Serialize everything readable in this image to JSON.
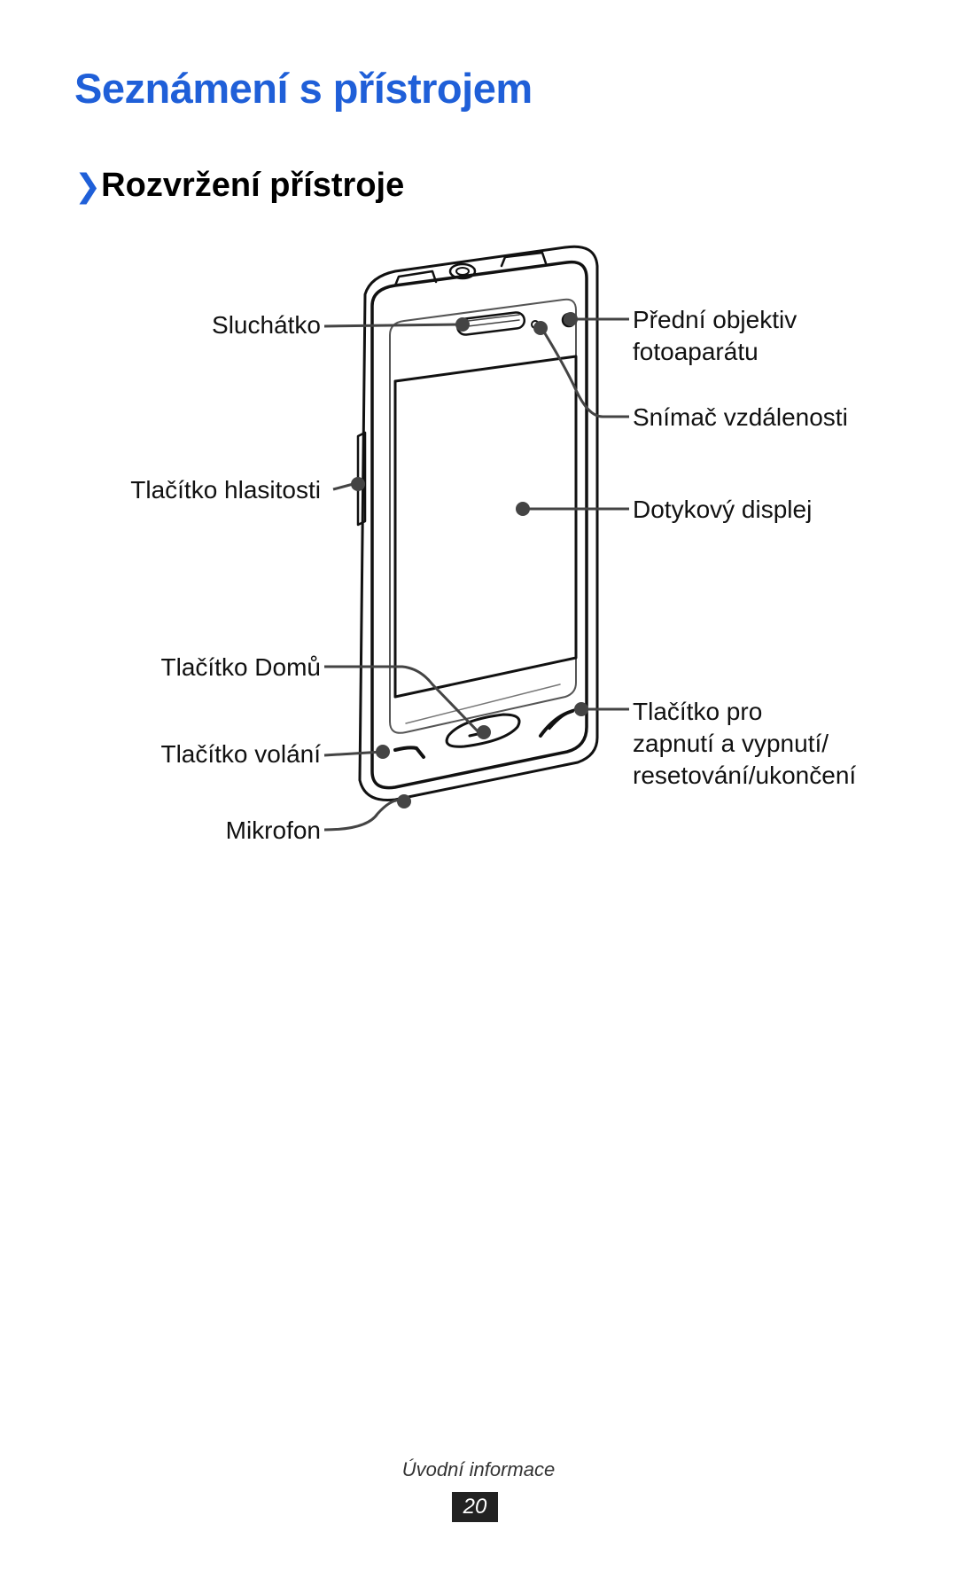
{
  "header": {
    "title": "Seznámení s přístrojem",
    "section_heading": "Rozvržení přístroje"
  },
  "diagram": {
    "labels": {
      "earpiece": "Sluchátko",
      "volume_key": "Tlačítko hlasitosti",
      "home_key": "Tlačítko Domů",
      "dial_key": "Tlačítko volání",
      "microphone": "Mikrofon",
      "front_camera_line1": "Přední objektiv",
      "front_camera_line2": "fotoaparátu",
      "proximity_sensor": "Snímač vzdálenosti",
      "touch_screen": "Dotykový displej",
      "power_key_line1": "Tlačítko pro",
      "power_key_line2": "zapnutí a vypnutí/",
      "power_key_line3": "resetování/ukončení"
    }
  },
  "footer": {
    "section": "Úvodní informace",
    "page_number": "20"
  }
}
